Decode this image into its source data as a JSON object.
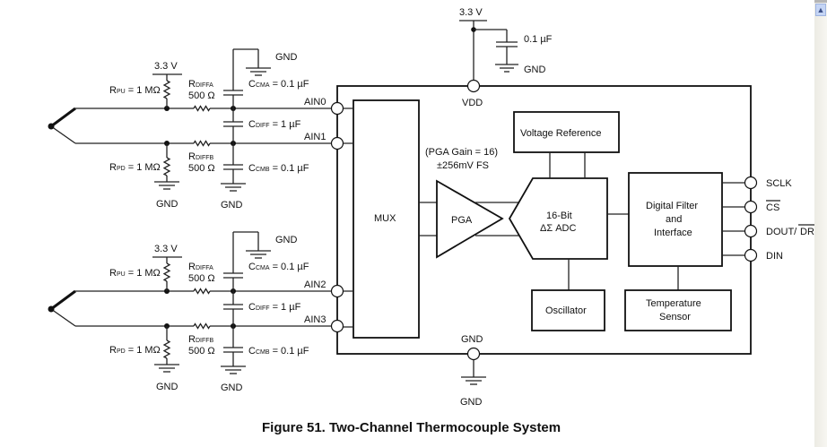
{
  "figure": {
    "caption": "Figure 51.  Two-Channel Thermocouple System"
  },
  "supply": {
    "vdd_voltage": "3.3 V",
    "decoupling_cap": "0.1 µF",
    "gnd": "GND",
    "vdd_pin": "VDD",
    "gnd_pin": "GND",
    "gnd_bottom": "GND"
  },
  "channels": [
    {
      "pullup_voltage": "3.3 V",
      "rpu": {
        "main": "R",
        "sub": "PU",
        "value": " = 1 MΩ"
      },
      "rpd": {
        "main": "R",
        "sub": "PD",
        "value": " = 1 MΩ"
      },
      "rdiffa": {
        "main": "R",
        "sub": "DIFFA",
        "value": "500 Ω"
      },
      "rdiffb": {
        "main": "R",
        "sub": "DIFFB",
        "value": "500 Ω"
      },
      "ccma": {
        "main": "C",
        "sub": "CMA",
        "value": " = 0.1 µF"
      },
      "cdiff": {
        "main": "C",
        "sub": "DIFF",
        "value": " = 1 µF"
      },
      "ccmb": {
        "main": "C",
        "sub": "CMB",
        "value": " = 0.1 µF"
      },
      "gnd_top": "GND",
      "gnd_left": "GND",
      "gnd_right": "GND",
      "pin_pos": "AIN0",
      "pin_neg": "AIN1"
    },
    {
      "pullup_voltage": "3.3 V",
      "rpu": {
        "main": "R",
        "sub": "PU",
        "value": " = 1 MΩ"
      },
      "rpd": {
        "main": "R",
        "sub": "PD",
        "value": " = 1 MΩ"
      },
      "rdiffa": {
        "main": "R",
        "sub": "DIFFA",
        "value": "500 Ω"
      },
      "rdiffb": {
        "main": "R",
        "sub": "DIFFB",
        "value": "500 Ω"
      },
      "ccma": {
        "main": "C",
        "sub": "CMA",
        "value": " = 0.1 µF"
      },
      "cdiff": {
        "main": "C",
        "sub": "DIFF",
        "value": " = 1 µF"
      },
      "ccmb": {
        "main": "C",
        "sub": "CMB",
        "value": " = 0.1 µF"
      },
      "gnd_top": "GND",
      "gnd_left": "GND",
      "gnd_right": "GND",
      "pin_pos": "AIN2",
      "pin_neg": "AIN3"
    }
  ],
  "blocks": {
    "mux": "MUX",
    "pga": "PGA",
    "pga_gain": "(PGA Gain = 16)",
    "pga_fs": "±256mV FS",
    "adc_line1": "16-Bit",
    "adc_line2": "ΔΣ ADC",
    "vref": "Voltage Reference",
    "digital_line1": "Digital Filter",
    "digital_line2": "and",
    "digital_line3": "Interface",
    "oscillator": "Oscillator",
    "temp_line1": "Temperature",
    "temp_line2": "Sensor"
  },
  "digital_pins": {
    "sclk": "SCLK",
    "cs": "CS",
    "dout_a": "DOUT/",
    "dout_b": "DR",
    "din": "DIN"
  }
}
